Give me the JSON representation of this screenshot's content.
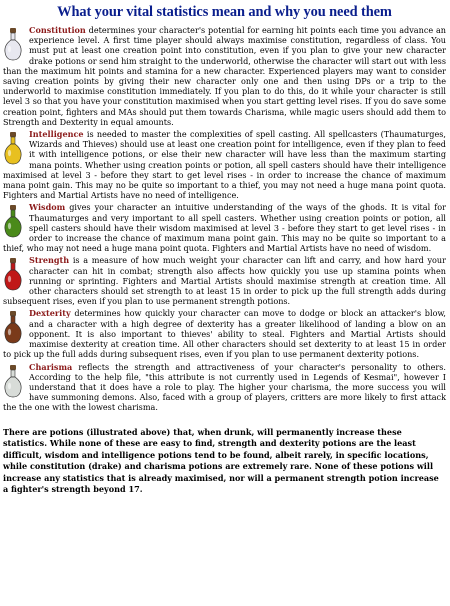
{
  "page": {
    "title": "What your vital statistics mean and why you need them"
  },
  "stats": [
    {
      "name": "Constitution",
      "text": "determines your character's potential for earning hit points each time you advance an experience level. A first time player should always maximise constitution, regardless of class. You must put at least one creation point into constitution, even if you plan to give your new character drake potions or send him straight to the underworld, otherwise the character will start out with less than the maximum hit points and stamina for a new character. Experienced players may want to consider saving creation points by giving their new character only one and then using DPs or a trip to the underworld to maximise constitution immediately. If you plan to do this, do it while your character is still level 3 so that you have your constitution maximised when you start getting level rises. If you do save some creation point, fighters and MAs should put them towards Charisma, while magic users should add them to Strength and Dexterity in equal amounts.",
      "icon": "white-potion-icon",
      "color": "#e8e8f0"
    },
    {
      "name": "Intelligence",
      "text": "is needed to master the complexities of spell casting. All spellcasters (Thaumaturges, Wizards and Thieves) should use at least one creation point for intelligence, even if they plan to feed it with intelligence potions, or else their new character will have less than the maximum starting mana points. Whether using creation points or potion, all spell casters should have their intelligence maximised at level 3 - before they start to get level rises - in order to increase the chance of maximum mana point gain. This may no be quite so important to a thief, you may not need a huge mana point quota. Fighters and Martial Artists have no need of intelligence.",
      "icon": "yellow-potion-icon",
      "color": "#e8c020"
    },
    {
      "name": "Wisdom",
      "text": "gives your character an intuitive understanding of the ways of the ghods. It is vital for Thaumaturges and very important to all spell casters. Whether using creation points or potion, all spell casters should have their wisdom maximised at level 3 - before they start to get level rises - in order to increase the chance of maximum mana point gain. This may no be quite so important to a thief, who may not need a huge mana point quota. Fighters and Martial Artists have no need of wisdom.",
      "icon": "green-potion-icon",
      "color": "#4a8a1a"
    },
    {
      "name": "Strength",
      "text": "is a measure of how much weight your character can lift and carry, and how hard your character can hit in combat; strength also affects how quickly you use up stamina points when running or sprinting. Fighters and Martial Artists should maximise strength at creation time. All other characters should set strength to at least 15 in order to pick up the full strength adds during subsequent rises, even if you plan to use permanent strength potions.",
      "icon": "red-potion-icon",
      "color": "#c01818"
    },
    {
      "name": "Dexterity",
      "text": "determines how quickly your character can move to dodge or block an attacker's blow, and a character with a high degree of dexterity has a greater likelihood of landing a blow on an opponent. It is also important to thieves' ability to steal.  Fighters and Martial Artists should maximise dexterity at creation time. All other characters should set dexterity to at least 15 in order to pick up the full adds during subsequent rises, even if you plan to use permanent dexterity potions.",
      "icon": "brown-potion-icon",
      "color": "#7a3a1a"
    },
    {
      "name": "Charisma",
      "text": "reflects the strength and attractiveness of your character's personality to others. According to the help file, \"this attribute is not currently used in Legends of Kesmai\", however I understand that it does have a role to play. The higher your charisma, the more success you will have summoning demons. Also, faced with a group of players, critters are more likely to first attack the the one with the lowest charisma.",
      "icon": "pale-potion-icon",
      "color": "#d8dcd8"
    }
  ],
  "footer": {
    "text": "There are potions (illustrated above) that, when drunk, will permanently increase these statistics. While none of these are easy to find, strength and dexterity potions are the least difficult, wisdom and intelligence potions tend to be found, albeit rarely, in specific locations, while constitution (drake)  and  charisma potions are extremely rare. None of these potions will increase any statistics that is already maximised, nor will a permanent strength potion increase a fighter's strength beyond 17."
  }
}
